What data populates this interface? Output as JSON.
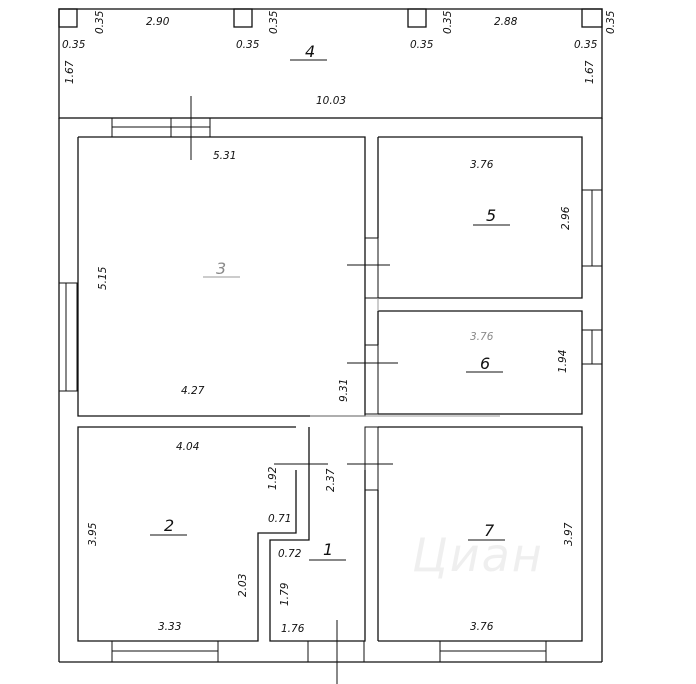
{
  "rooms": {
    "r1": "1",
    "r2": "2",
    "r3": "3",
    "r4": "4",
    "r5": "5",
    "r6": "6",
    "r7": "7"
  },
  "dims": {
    "d_035_a": "0.35",
    "d_290": "2.90",
    "d_035_b": "0.35",
    "d_035_c": "0.35",
    "d_288": "2.88",
    "d_035_d": "0.35",
    "d_035_e": "0.35",
    "d_035_f": "0.35",
    "d_035_g": "0.35",
    "d_035_h": "0.35",
    "d_167_a": "1.67",
    "d_167_b": "1.67",
    "d_1003": "10.03",
    "d_531": "5.31",
    "d_515": "5.15",
    "d_427": "4.27",
    "d_931": "9.31",
    "d_376_a": "3.76",
    "d_296": "2.96",
    "d_376_b": "3.76",
    "d_194": "1.94",
    "d_404": "4.04",
    "d_192": "1.92",
    "d_237": "2.37",
    "d_071": "0.71",
    "d_395": "3.95",
    "d_203": "2.03",
    "d_333": "3.33",
    "d_072": "0.72",
    "d_179": "1.79",
    "d_176": "1.76",
    "d_376_c": "3.76",
    "d_397": "3.97"
  },
  "watermark": "Циан"
}
